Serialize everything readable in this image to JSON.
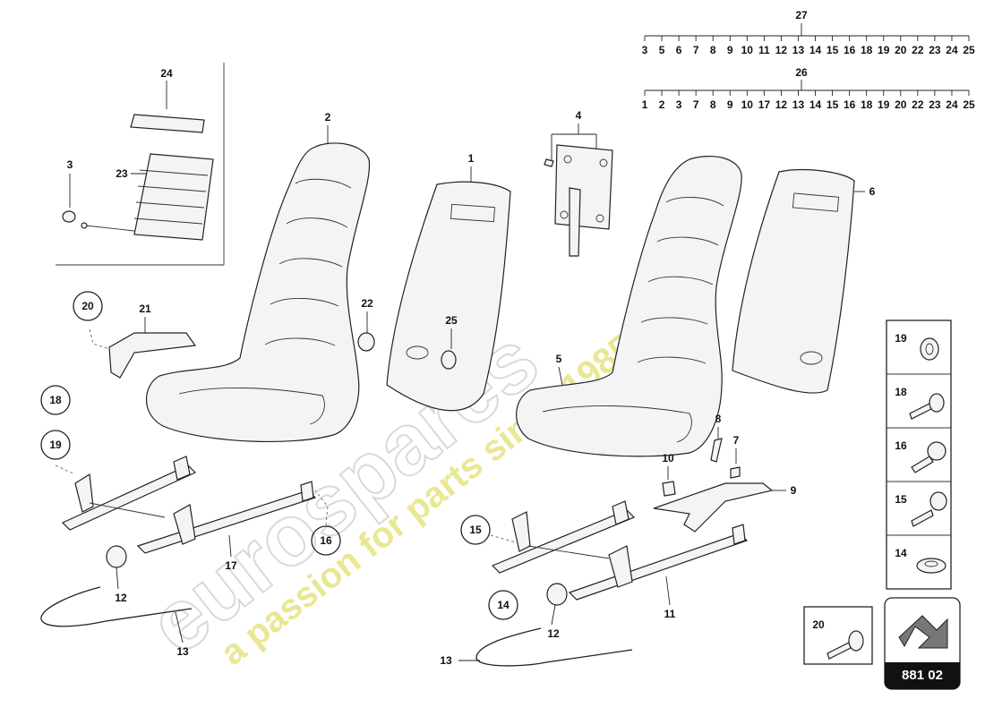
{
  "scales": {
    "top_title": "27",
    "top_numbers": [
      "3",
      "5",
      "6",
      "7",
      "8",
      "9",
      "10",
      "11",
      "12",
      "13",
      "14",
      "15",
      "16",
      "18",
      "19",
      "20",
      "22",
      "23",
      "24",
      "25"
    ],
    "bottom_title": "26",
    "bottom_numbers": [
      "1",
      "2",
      "3",
      "7",
      "8",
      "9",
      "10",
      "17",
      "12",
      "13",
      "14",
      "15",
      "16",
      "18",
      "19",
      "20",
      "22",
      "23",
      "24",
      "25"
    ]
  },
  "labels": {
    "l1": "1",
    "l2": "2",
    "l3": "3",
    "l4": "4",
    "l5": "5",
    "l6": "6",
    "l7": "7",
    "l8": "8",
    "l9": "9",
    "l10": "10",
    "l11": "11",
    "l12a": "12",
    "l12b": "12",
    "l13a": "13",
    "l13b": "13",
    "l17": "17",
    "l21": "21",
    "l22": "22",
    "l23": "23",
    "l24": "24",
    "l25": "25"
  },
  "circled": {
    "c20": "20",
    "c18": "18",
    "c19": "19",
    "c16": "16",
    "c15": "15",
    "c14": "14"
  },
  "legend": {
    "r19": "19",
    "r18": "18",
    "r16": "16",
    "r15": "15",
    "r14": "14",
    "r20": "20"
  },
  "reference_code": "881 02",
  "watermark": {
    "brand": "eurospares",
    "slogan": "a passion for parts since 1985"
  }
}
